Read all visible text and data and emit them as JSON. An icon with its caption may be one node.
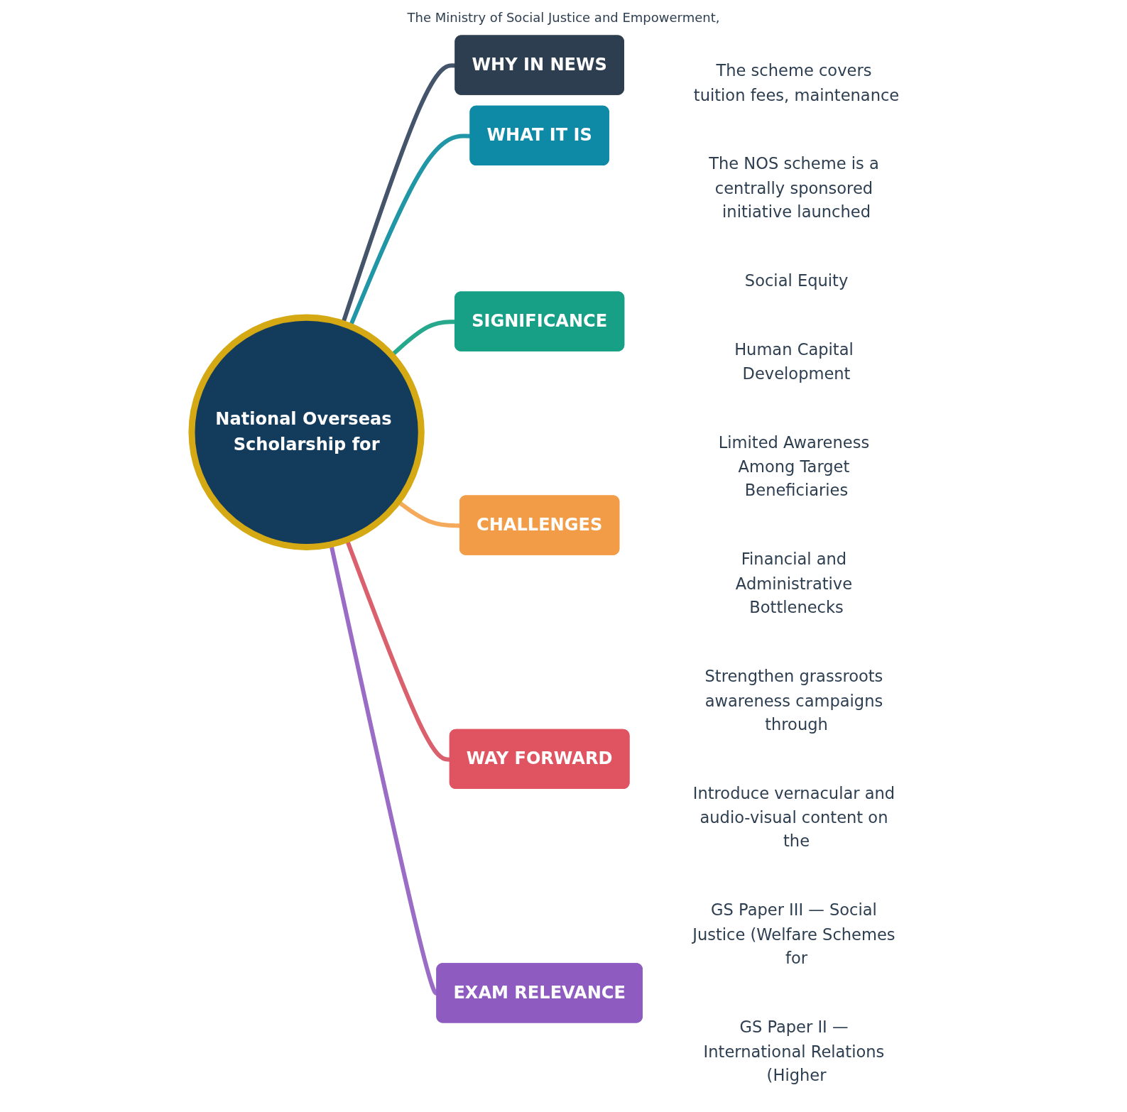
{
  "diagram": {
    "nodes": [
      {
        "text": [
          "National Overseas Scholarship for"
        ]
      },
      {
        "text": [
          "WHY IN NEWS"
        ]
      },
      {
        "text": [
          "WHAT IT IS"
        ],
        "beside": [
          "The scheme covers tuition fees, maintenance",
          "The NOS scheme is a centrally sponsored initiative launched"
        ]
      },
      {
        "text": [
          "SIGNIFICANCE"
        ],
        "beside": [
          "Social Equity",
          "Human Capital Development"
        ]
      },
      {
        "text": [
          "CHALLENGES"
        ],
        "beside": [
          "Limited Awareness Among Target Beneficiaries",
          "Financial and Administrative Bottlenecks"
        ]
      },
      {
        "text": [
          "WAY FORWARD"
        ],
        "beside": [
          "Strengthen grassroots awareness campaigns through",
          "Introduce vernacular and audio-visual content on the"
        ]
      },
      {
        "text": [
          "EXAM RELEVANCE"
        ],
        "beside": [
          "GS Paper III — Social Justice (Welfare Schemes for",
          "GS Paper II — International Relations (Higher"
        ]
      }
    ],
    "edges": [
      {
        "from": 0,
        "to": 1,
        "arrow": "none",
        "color": "#44546a"
      },
      {
        "from": 0,
        "to": 2,
        "arrow": "none",
        "color": "#2196a6"
      },
      {
        "from": 0,
        "to": 3,
        "arrow": "none",
        "color": "#26a88c"
      },
      {
        "from": 0,
        "to": 4,
        "arrow": "none",
        "color": "#f5a95a"
      },
      {
        "from": 0,
        "to": 5,
        "arrow": "none",
        "color": "#d9606c"
      },
      {
        "from": 0,
        "to": 6,
        "arrow": "none",
        "color": "#9b6cc5"
      }
    ],
    "labels": [
      "The Ministry of Social Justice and Empowerment,"
    ]
  }
}
